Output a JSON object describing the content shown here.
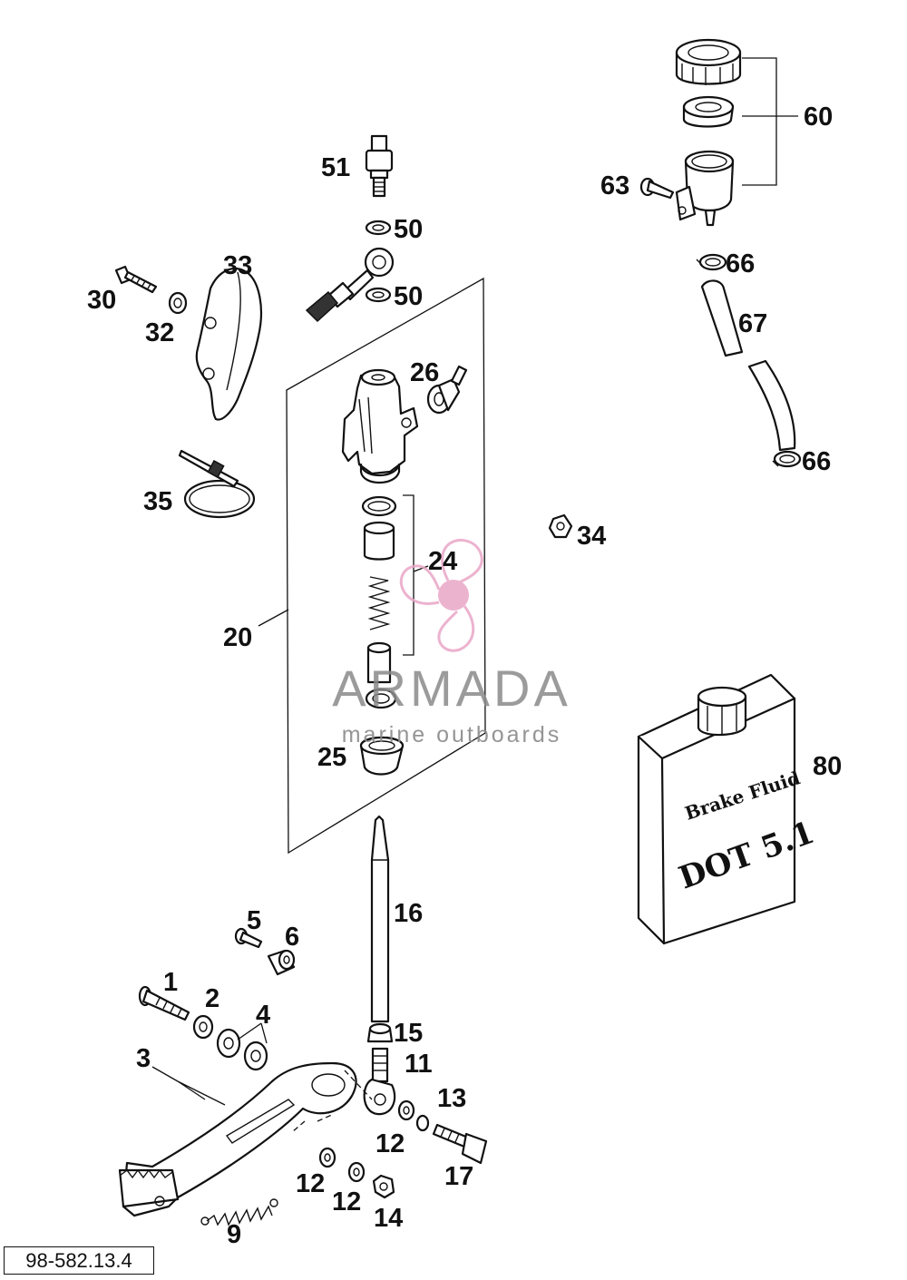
{
  "callouts": {
    "p1": "1",
    "p2": "2",
    "p3": "3",
    "p4": "4",
    "p5": "5",
    "p6": "6",
    "p9": "9",
    "p11": "11",
    "p12a": "12",
    "p12b": "12",
    "p12c": "12",
    "p13": "13",
    "p14": "14",
    "p15": "15",
    "p16": "16",
    "p17": "17",
    "p20": "20",
    "p24": "24",
    "p25": "25",
    "p26": "26",
    "p30": "30",
    "p32": "32",
    "p33": "33",
    "p34": "34",
    "p35": "35",
    "p50a": "50",
    "p50b": "50",
    "p51": "51",
    "p60": "60",
    "p63": "63",
    "p66a": "66",
    "p66b": "66",
    "p67": "67",
    "p80": "80"
  },
  "container_label": {
    "line1": "Brake Fluid",
    "line2": "DOT 5.1"
  },
  "watermark": {
    "brand": "ARMADA",
    "tagline": "marine outboards",
    "color": "#e9a6c7"
  },
  "reference_number": "98-582.13.4"
}
